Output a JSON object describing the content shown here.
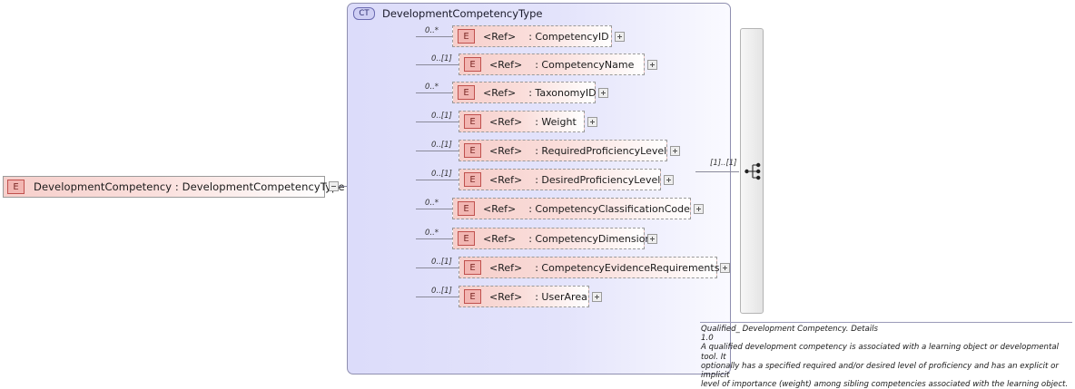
{
  "root_element": {
    "icon": "element-badge-E",
    "label": "DevelopmentCompetency : DevelopmentCompetencyType",
    "toggle": "collapse-minus-box"
  },
  "type_box": {
    "badge": "CT",
    "title": "DevelopmentCompetencyType",
    "compositor": {
      "icon": "sequence-compositor-icon",
      "cardinality": "[1]..[1]"
    }
  },
  "elements": [
    {
      "cardinality": "0..*",
      "badge": "E",
      "ref": "<Ref>",
      "name": ": CompetencyID",
      "toggle": "expand-plus-box"
    },
    {
      "cardinality": "0..[1]",
      "badge": "E",
      "ref": "<Ref>",
      "name": ": CompetencyName",
      "toggle": "expand-plus-box"
    },
    {
      "cardinality": "0..*",
      "badge": "E",
      "ref": "<Ref>",
      "name": ": TaxonomyID",
      "toggle": "expand-plus-box"
    },
    {
      "cardinality": "0..[1]",
      "badge": "E",
      "ref": "<Ref>",
      "name": ": Weight",
      "toggle": "expand-plus-box"
    },
    {
      "cardinality": "0..[1]",
      "badge": "E",
      "ref": "<Ref>",
      "name": ": RequiredProficiencyLevel",
      "toggle": "expand-plus-box"
    },
    {
      "cardinality": "0..[1]",
      "badge": "E",
      "ref": "<Ref>",
      "name": ": DesiredProficiencyLevel",
      "toggle": "expand-plus-box"
    },
    {
      "cardinality": "0..*",
      "badge": "E",
      "ref": "<Ref>",
      "name": ": CompetencyClassificationCode",
      "toggle": "expand-plus-box"
    },
    {
      "cardinality": "0..*",
      "badge": "E",
      "ref": "<Ref>",
      "name": ": CompetencyDimension",
      "toggle": "expand-plus-box"
    },
    {
      "cardinality": "0..[1]",
      "badge": "E",
      "ref": "<Ref>",
      "name": ": CompetencyEvidenceRequirements",
      "toggle": "expand-plus-box"
    },
    {
      "cardinality": "0..[1]",
      "badge": "E",
      "ref": "<Ref>",
      "name": ": UserArea",
      "toggle": "expand-plus-box"
    }
  ],
  "annotation": {
    "line1": "Qualified_ Development Competency. Details",
    "line2": "1.0",
    "line3": "A qualified development competency is associated with a learning object or developmental tool. It",
    "line4": "optionally has a specified required and/or desired level of proficiency and has an explicit or implicit",
    "line5": "level of importance (weight) among sibling competencies associated with the learning object."
  }
}
